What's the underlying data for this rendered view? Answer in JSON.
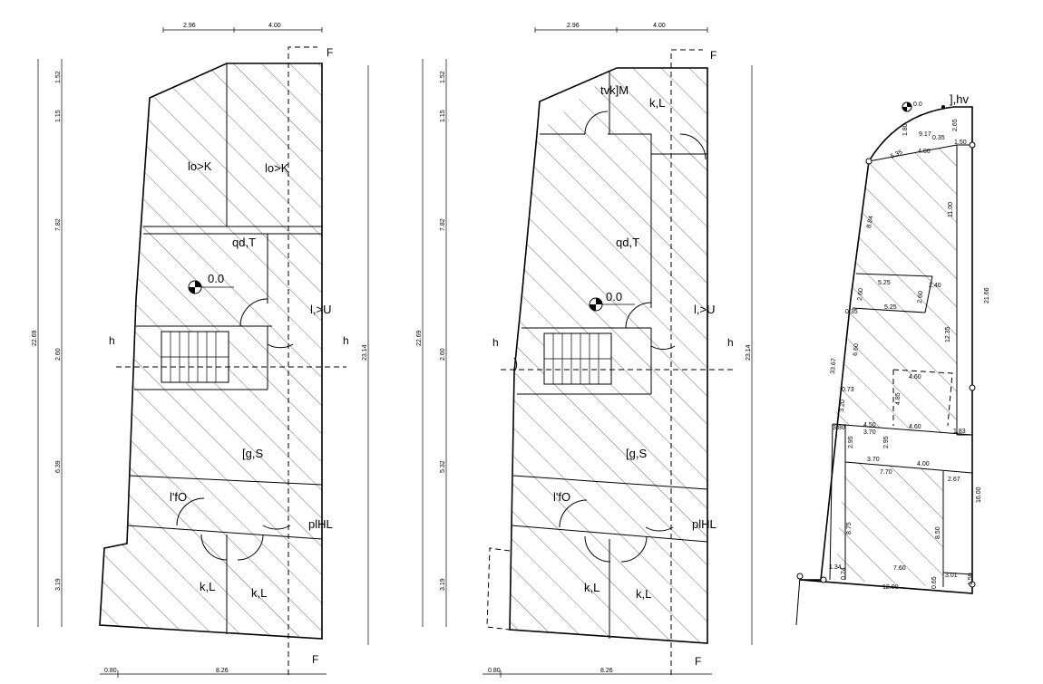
{
  "plan1": {
    "top_dims": [
      "2.96",
      "4.00"
    ],
    "bottom_dims": [
      "0.80",
      "8.26"
    ],
    "left_total": "22.69",
    "left_segments": [
      "1.52",
      "1.15",
      "7.82",
      "2.60",
      "6.39",
      "3.19"
    ],
    "right_total": "23.14",
    "rooms": [
      "lo>K",
      "lo>K",
      "qd,T",
      "l,>U",
      "[g,S",
      "l'fO",
      "plHL",
      "k,L",
      "k,L"
    ],
    "level": "0.0",
    "section_h": "h",
    "section_f": "F"
  },
  "plan2": {
    "top_dims": [
      "2.96",
      "4.00"
    ],
    "bottom_dims": [
      "0.80",
      "8.26"
    ],
    "left_total": "22.69",
    "left_segments": [
      "1.52",
      "1.15",
      "7.82",
      "2.60",
      "5.32",
      "3.19"
    ],
    "right_total": "23.14",
    "rooms": [
      "tvk]M",
      "k,L",
      "qd,T",
      "l,>U",
      "[g,S",
      "l'fO",
      "plHL",
      "k,L",
      "k,L"
    ],
    "level": "0.0",
    "section_h": "h",
    "section_f": "F"
  },
  "site": {
    "title": "],hv",
    "level": "0.0",
    "dims": [
      "1.80",
      "9.17",
      "2.65",
      "0.35",
      "5.35",
      "4.00",
      "1.50",
      "11.00",
      "8.84",
      "21.66",
      "5.25",
      "2.60",
      "2.60",
      "2.40",
      "0.35",
      "5.25",
      "12.35",
      "6.60",
      "33.67",
      "4.60",
      "0.73",
      "4.85",
      "3.20",
      "3.80",
      "4.50",
      "3.70",
      "4.60",
      "1.83",
      "2.95",
      "2.95",
      "3.70",
      "4.00",
      "7.70",
      "2.67",
      "16.00",
      "8.75",
      "8.50",
      "1.34",
      "0.74",
      "7.60",
      "3.01",
      "0.65",
      "1.50",
      "12.00"
    ]
  }
}
